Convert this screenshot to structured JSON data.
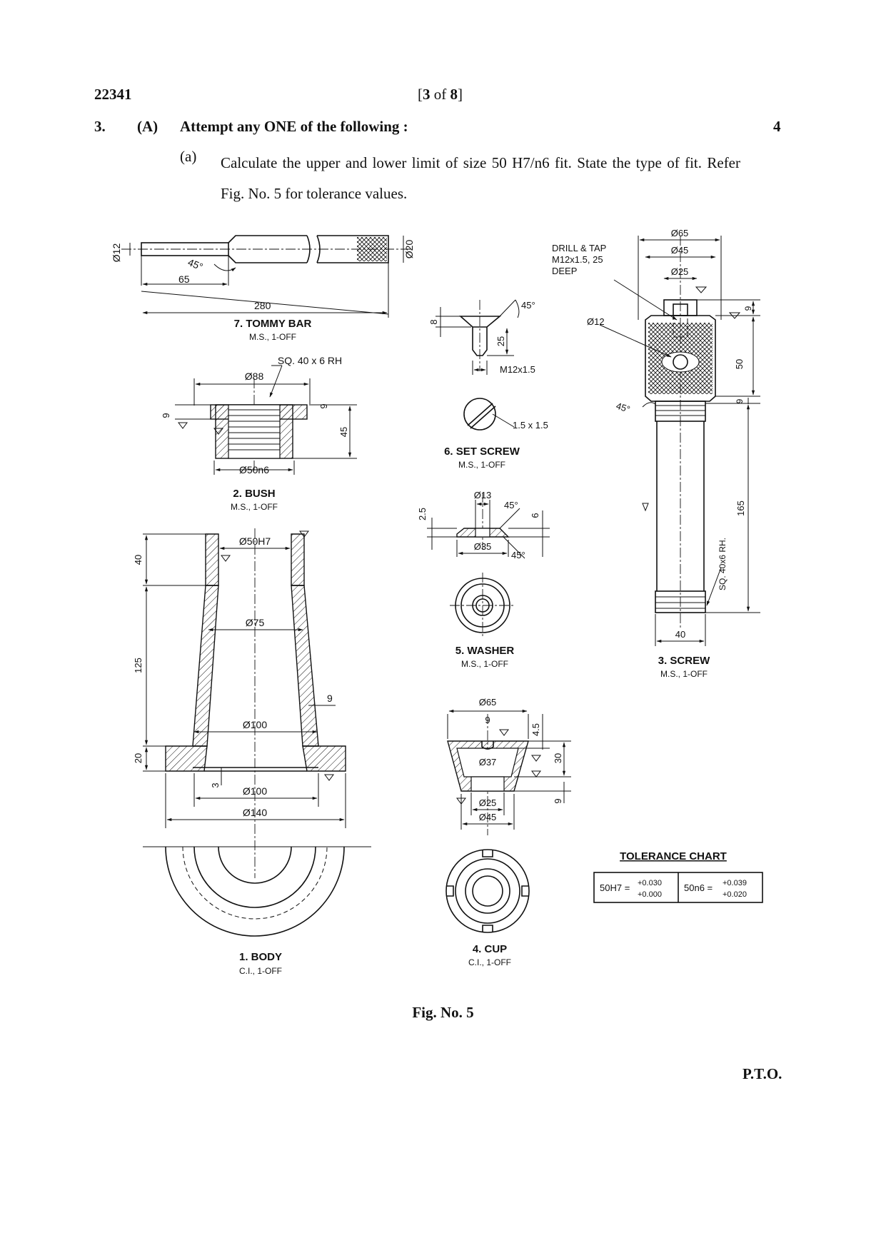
{
  "header": {
    "paper_code": "22341",
    "page_prefix": "[",
    "page_current": "3",
    "page_of": " of ",
    "page_total": "8",
    "page_suffix": "]"
  },
  "question": {
    "number": "3.",
    "part": "(A)",
    "title": "Attempt any ONE of the following :",
    "marks": "4",
    "sub_label": "(a)",
    "sub_text": "Calculate the upper and lower limit of size 50 H7/n6 fit. State the type of fit. Refer Fig. No. 5 for tolerance values."
  },
  "figure": {
    "caption": "Fig. No. 5",
    "tommy_bar": {
      "name": "7. TOMMY BAR",
      "spec": "M.S., 1-OFF",
      "dims": [
        "Ø12",
        "45°",
        "65",
        "280",
        "Ø20"
      ]
    },
    "bush": {
      "name": "2. BUSH",
      "spec": "M.S., 1-OFF",
      "dims": [
        "SQ. 40 x 6 RH",
        "Ø88",
        "9",
        "9",
        "45",
        "Ø50n6"
      ]
    },
    "body": {
      "name": "1. BODY",
      "spec": "C.I., 1-OFF",
      "dims": [
        "Ø50H7",
        "40",
        "Ø75",
        "125",
        "9",
        "Ø100",
        "20",
        "3",
        "Ø100",
        "Ø140"
      ]
    },
    "set_screw": {
      "name": "6. SET SCREW",
      "spec": "M.S., 1-OFF",
      "dims": [
        "8",
        "45°",
        "25",
        "M12x1.5",
        "1.5 x 1.5"
      ]
    },
    "washer": {
      "name": "5. WASHER",
      "spec": "M.S., 1-OFF",
      "dims": [
        "Ø13",
        "45°",
        "2.5",
        "6",
        "Ø35",
        "45°"
      ]
    },
    "cup": {
      "name": "4. CUP",
      "spec": "C.I., 1-OFF",
      "dims": [
        "Ø65",
        "9",
        "4.5",
        "30",
        "Ø37",
        "9",
        "Ø25",
        "Ø45"
      ]
    },
    "screw": {
      "name": "3. SCREW",
      "spec": "M.S., 1-OFF",
      "note_lines": [
        "DRILL & TAP",
        "M12x1.5, 25",
        "DEEP"
      ],
      "dims": [
        "Ø65",
        "Ø45",
        "Ø25",
        "Ø12",
        "9",
        "50",
        "9",
        "45°",
        "165",
        "SQ. 40x6 RH.",
        "40"
      ]
    },
    "tolerance_chart": {
      "title": "TOLERANCE CHART",
      "h7_label": "50H7 =",
      "h7_upper": "+0.030",
      "h7_lower": "+0.000",
      "n6_label": "50n6 =",
      "n6_upper": "+0.039",
      "n6_lower": "+0.020"
    }
  },
  "footer": {
    "pto": "P.T.O."
  }
}
